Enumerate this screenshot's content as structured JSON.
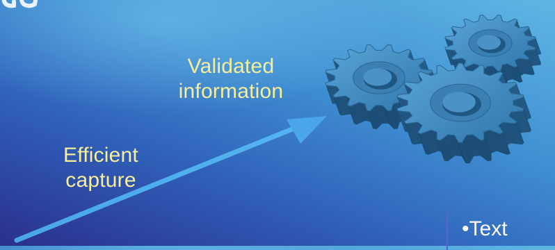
{
  "labels": {
    "validated_line1": "Validated",
    "validated_line2": "information",
    "efficient_line1": "Efficient",
    "efficient_line2": "capture"
  },
  "bullet": {
    "text": "•Text"
  },
  "icons": {
    "gears": "gears-icon",
    "arrow": "arrow-icon"
  },
  "colors": {
    "label_text": "#f6ee9a",
    "bullet_text": "#ffffff",
    "arrow": "#4aa6e8",
    "gear_face": "#3f86b8",
    "gear_side": "#245f8c"
  }
}
